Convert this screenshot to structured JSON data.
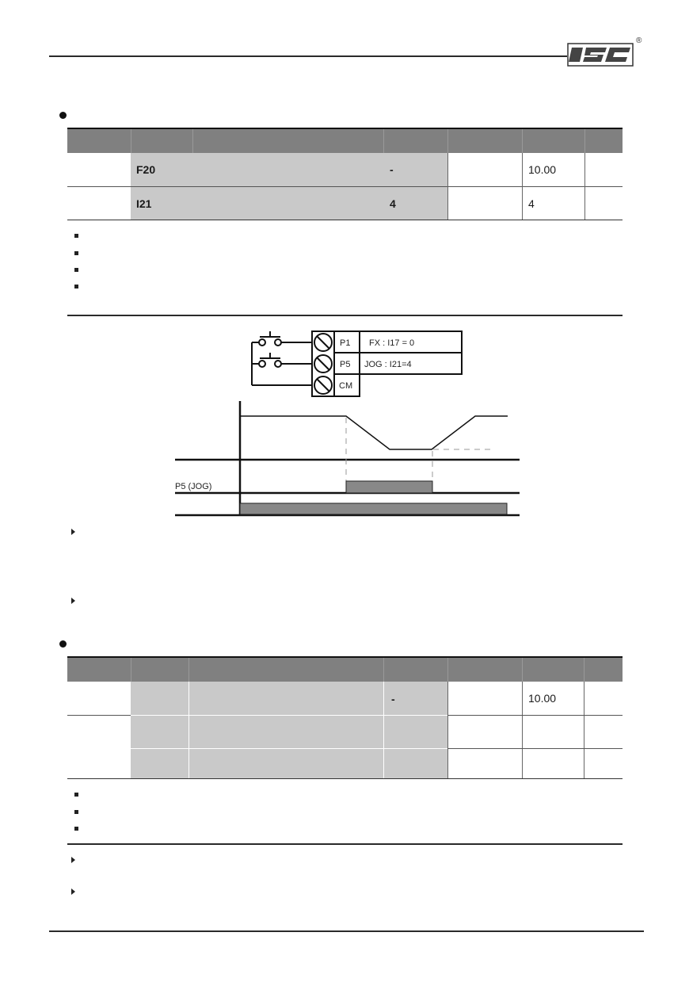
{
  "table1": {
    "rows": [
      {
        "code": "F20",
        "setting": "-",
        "default": "10.00"
      },
      {
        "code": "I21",
        "setting": "4",
        "default": "4"
      }
    ]
  },
  "diagram": {
    "terminals": [
      "P1",
      "P5",
      "CM"
    ],
    "labels": [
      "FX : I17 = 0",
      "JOG : I21=4"
    ],
    "signal_label": "P5 (JOG)"
  },
  "table2": {
    "rows": [
      {
        "setting": "-",
        "default": "10.00"
      }
    ]
  },
  "colors": {
    "header": "#808080",
    "shaded": "#c9c9c9",
    "rule": "#2a2a2a"
  },
  "icons": [
    "logo",
    "bullet-dot",
    "square-bullet",
    "triangle-bullet",
    "no-entry-terminal"
  ]
}
